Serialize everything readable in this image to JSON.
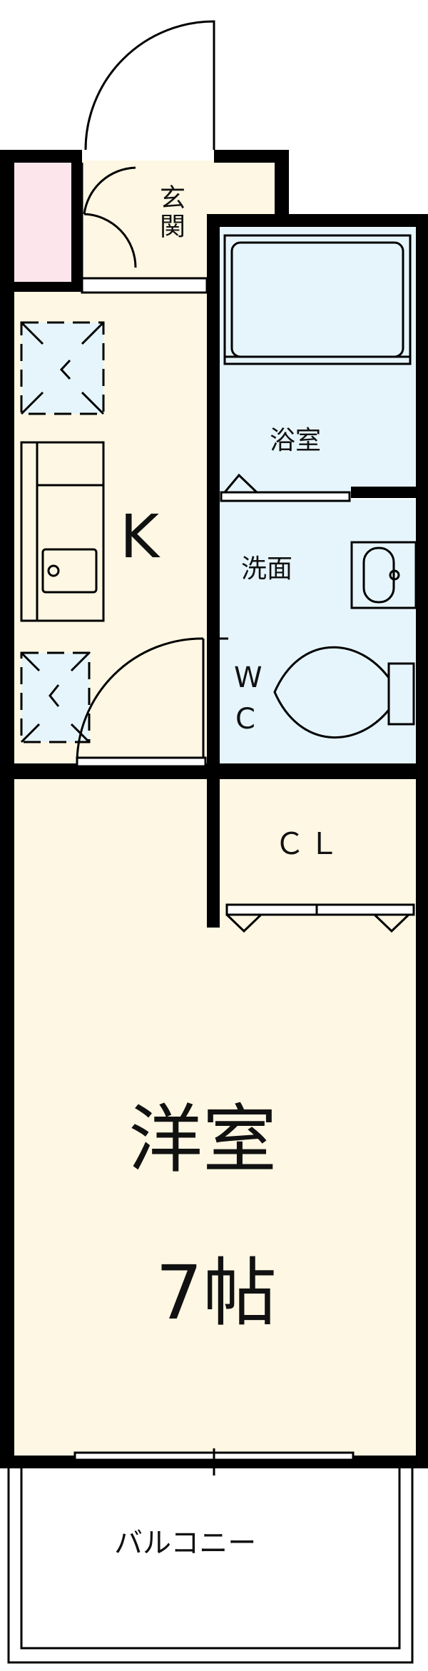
{
  "rooms": {
    "genkan": "玄関",
    "kitchen": "K",
    "bath": "浴室",
    "washroom": "洗面",
    "wc_w": "W",
    "wc_c": "C",
    "closet": "ＣＬ",
    "western_room": "洋室",
    "western_room_size": "7帖",
    "balcony": "バルコニー"
  },
  "colors": {
    "wall": "#000000",
    "floor_beige": "#fdf7e3",
    "wet_blue": "#e6f5fb",
    "storage_pink": "#fce6ec",
    "line": "#000000"
  },
  "icons": [
    "door-swing-icon",
    "bathtub-icon",
    "sink-icon",
    "toilet-icon",
    "stove-icon",
    "appliance-box-icon"
  ]
}
